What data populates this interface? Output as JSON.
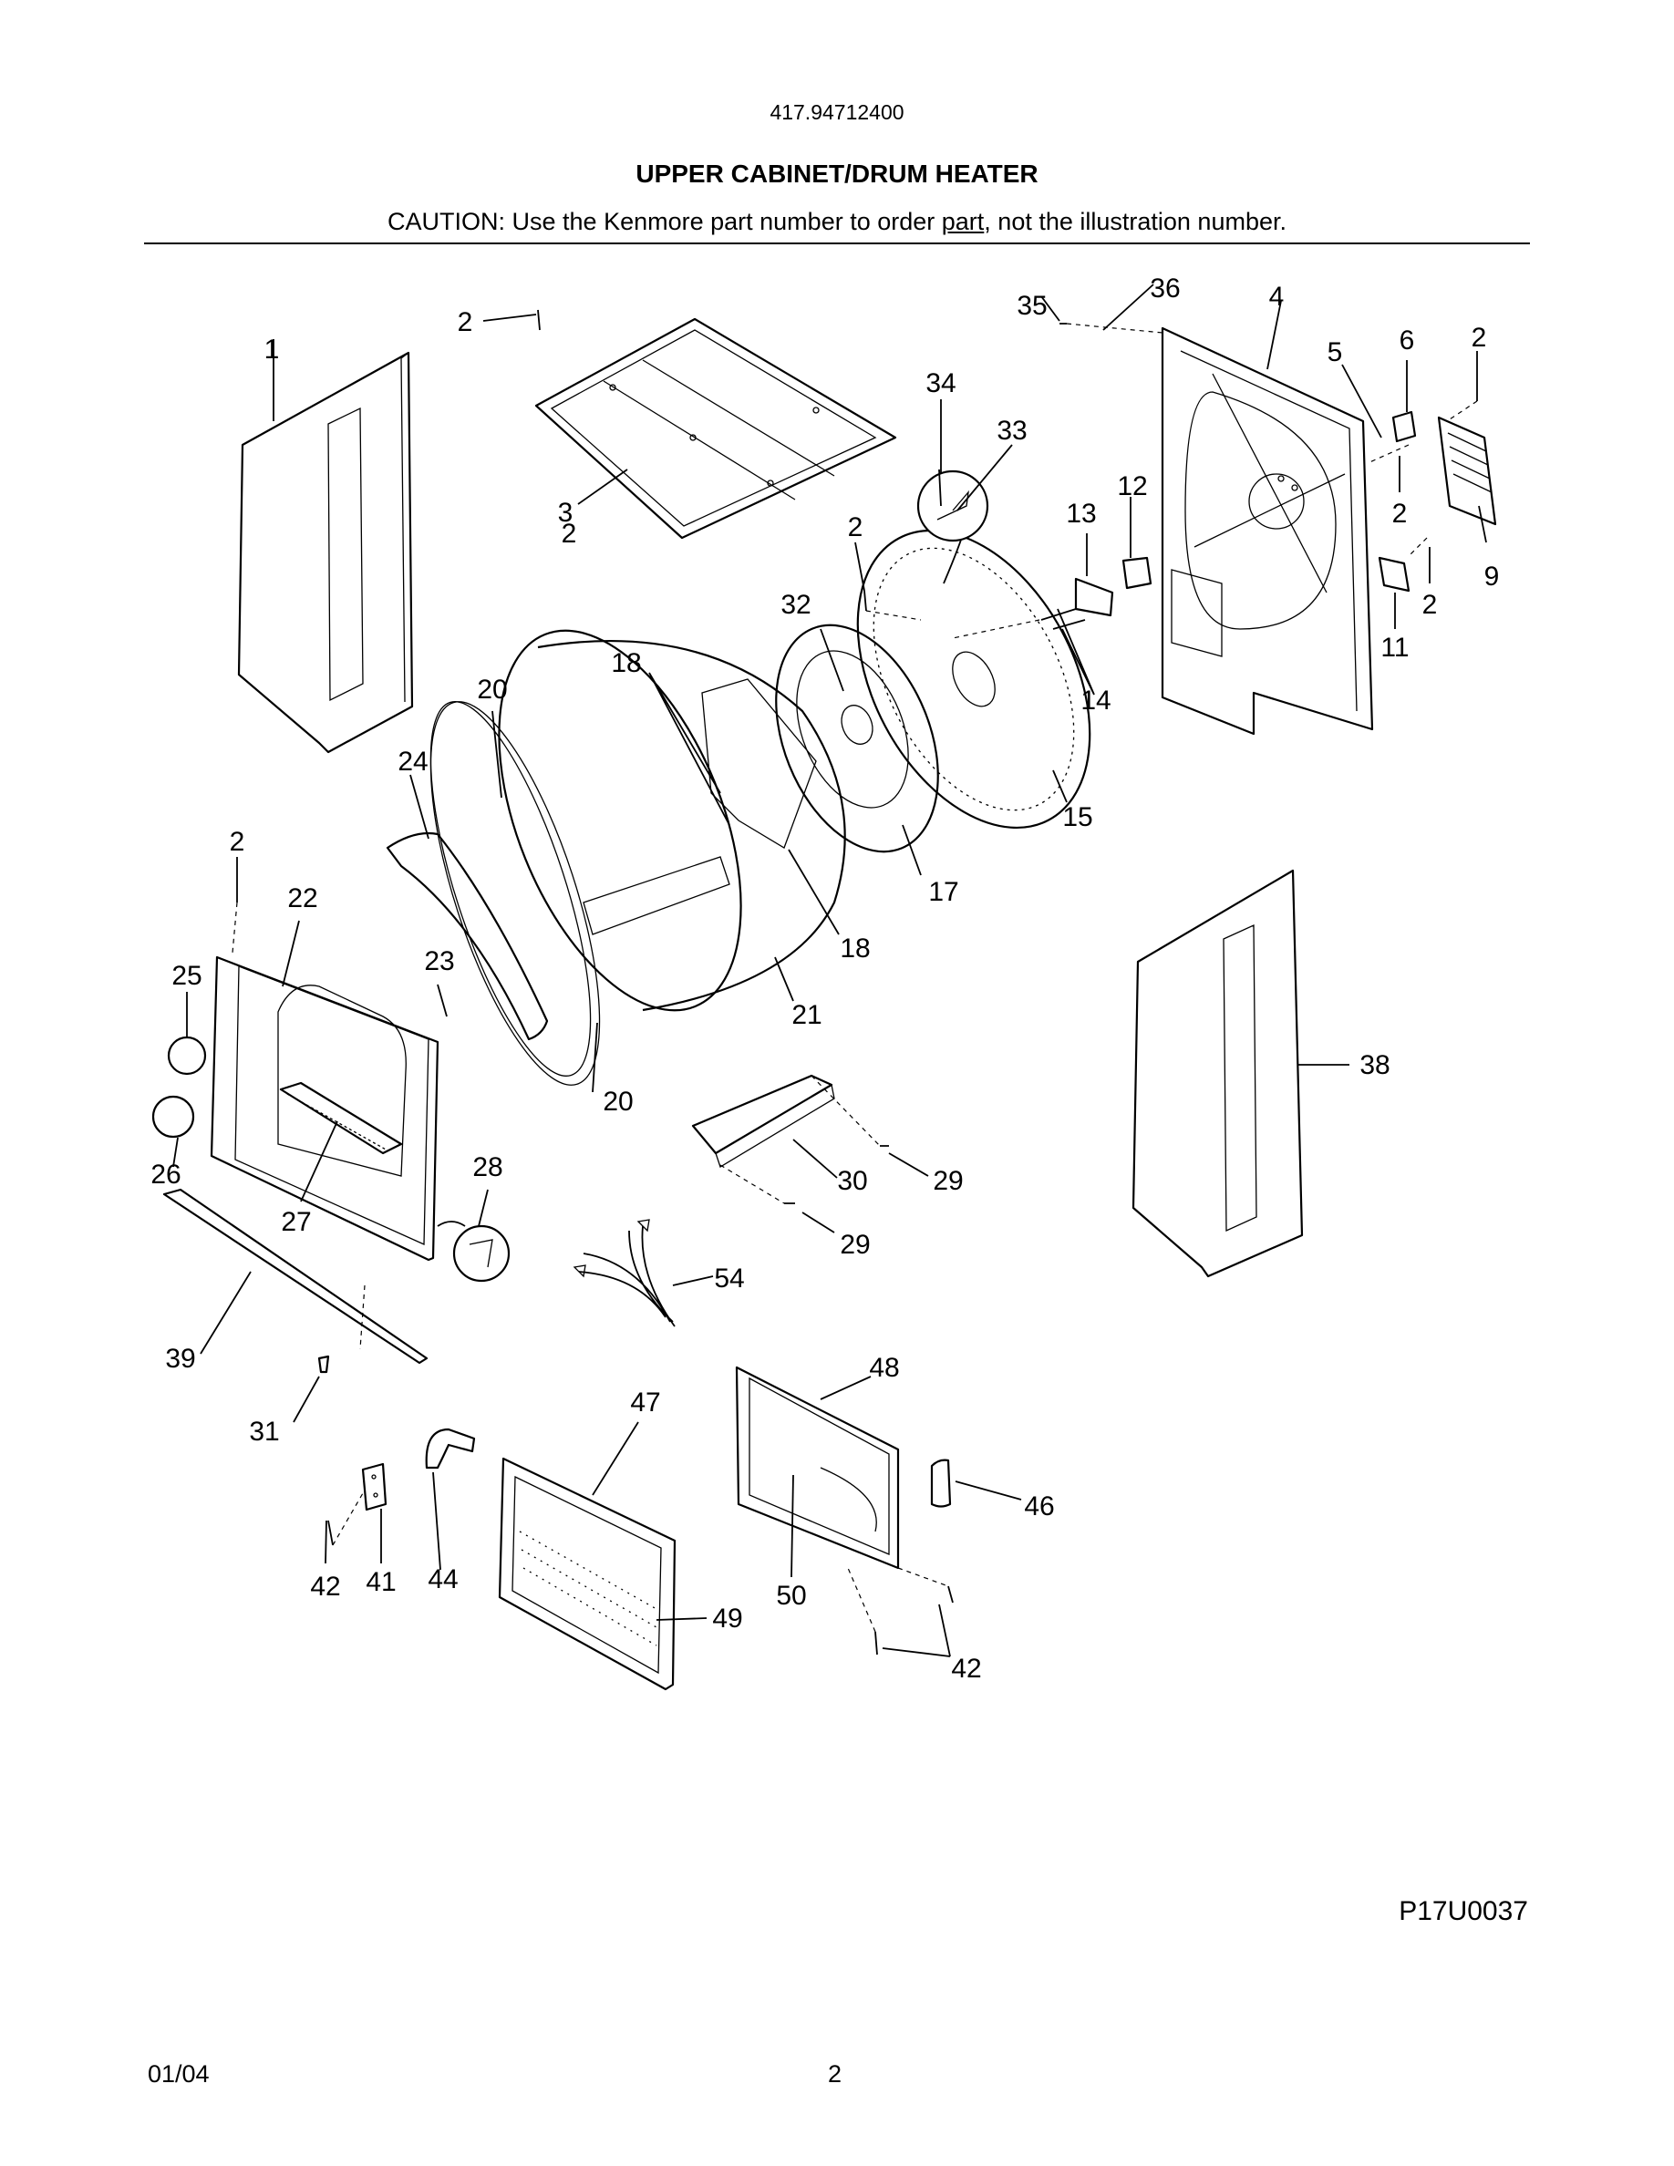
{
  "header": {
    "model_number": "417.94712400",
    "title": "UPPER CABINET/DRUM HEATER",
    "caution_before": "CAUTION: Use the Kenmore part number to order ",
    "caution_link": "part",
    "caution_after": ", not the illustration number."
  },
  "diagram": {
    "callouts": [
      "1",
      "2",
      "3",
      "2",
      "35",
      "36",
      "4",
      "5",
      "6",
      "2",
      "34",
      "33",
      "12",
      "13",
      "2",
      "2",
      "9",
      "2",
      "11",
      "32",
      "14",
      "15",
      "18",
      "20",
      "24",
      "17",
      "18",
      "2",
      "22",
      "23",
      "21",
      "25",
      "20",
      "38",
      "26",
      "27",
      "28",
      "30",
      "29",
      "29",
      "54",
      "39",
      "31",
      "48",
      "47",
      "46",
      "42",
      "41",
      "44",
      "49",
      "50",
      "42"
    ],
    "drawing_code": "P17U0037"
  },
  "footer": {
    "date": "01/04",
    "page_number": "2"
  }
}
